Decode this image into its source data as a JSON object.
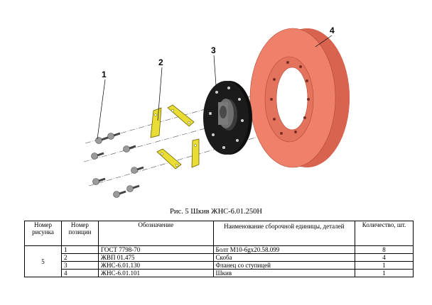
{
  "figure": {
    "callouts": [
      "1",
      "2",
      "3",
      "4"
    ],
    "colors": {
      "pulley": "#ef8069",
      "pulley_dark": "#c95a47",
      "flange": "#1b1b1b",
      "hub": "#6f6f6f",
      "bracket": "#e8dc35",
      "bolt": "#9a9a9a"
    }
  },
  "caption": "Рис. 5 Шкив ЖНС-6.01.250Н",
  "table": {
    "headers": [
      "Номер рисунка",
      "Номер позиции",
      "Обозначение",
      "Наименование сборочной единицы, деталей",
      "Количество, шт."
    ],
    "figure_number": "5",
    "rows": [
      {
        "pos": "1",
        "designation": "ГОСТ 7798-70",
        "name": "Болт М10-6gх20.58.099",
        "qty": "8"
      },
      {
        "pos": "2",
        "designation": "ЖВП 01.475",
        "name": "Скоба",
        "qty": "4"
      },
      {
        "pos": "3",
        "designation": "ЖНС-6.01.130",
        "name": "Фланец со ступицей",
        "qty": "1"
      },
      {
        "pos": "4",
        "designation": "ЖНС-6.01.101",
        "name": "Шкив",
        "qty": "1"
      }
    ]
  }
}
